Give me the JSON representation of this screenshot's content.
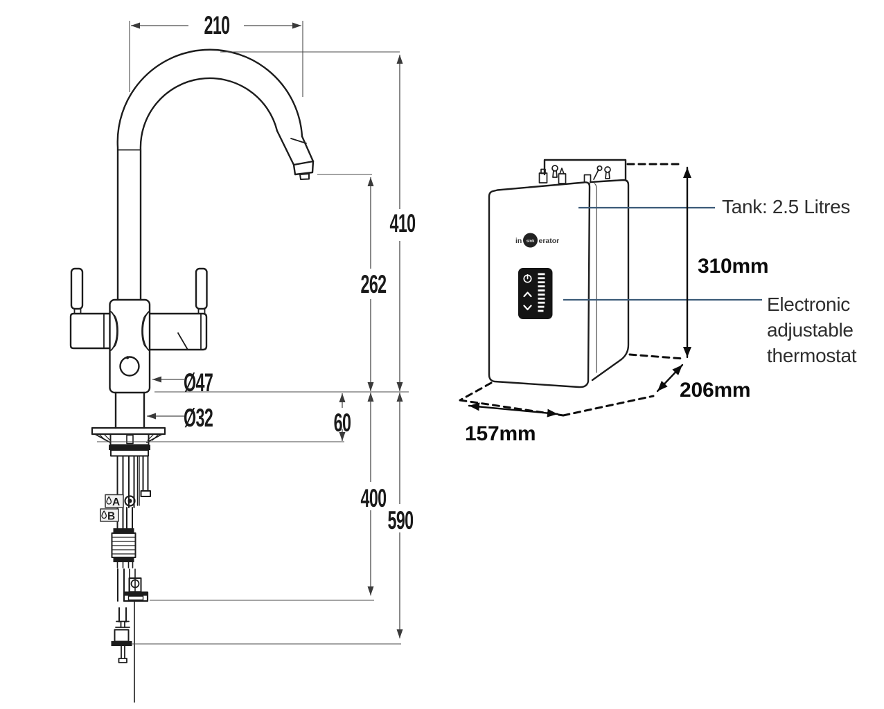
{
  "colors": {
    "line": "#1c1c1c",
    "dim_line": "#4a4a4a",
    "leader_line": "#3b5a78",
    "panel_fill": "#141414",
    "tag_fill": "#f2f2f2"
  },
  "faucet_diagram": {
    "dims": {
      "spout_reach": "210",
      "overall_height": "410",
      "outlet_height": "262",
      "body_diameter": "Ø47",
      "shank_diameter": "Ø32",
      "deck_thickness": "60",
      "hose_drop": "400",
      "overall_drop": "590"
    },
    "tags": {
      "a": "A",
      "b": "B"
    }
  },
  "tank_diagram": {
    "capacity_label": "Tank: 2.5 Litres",
    "height_label": "310mm",
    "thermostat_label_lines": [
      "Electronic",
      "adjustable",
      "thermostat"
    ],
    "depth_label": "206mm",
    "width_label": "157mm",
    "brand": {
      "pre": "in",
      "mid": "sink",
      "post": "erator"
    }
  }
}
